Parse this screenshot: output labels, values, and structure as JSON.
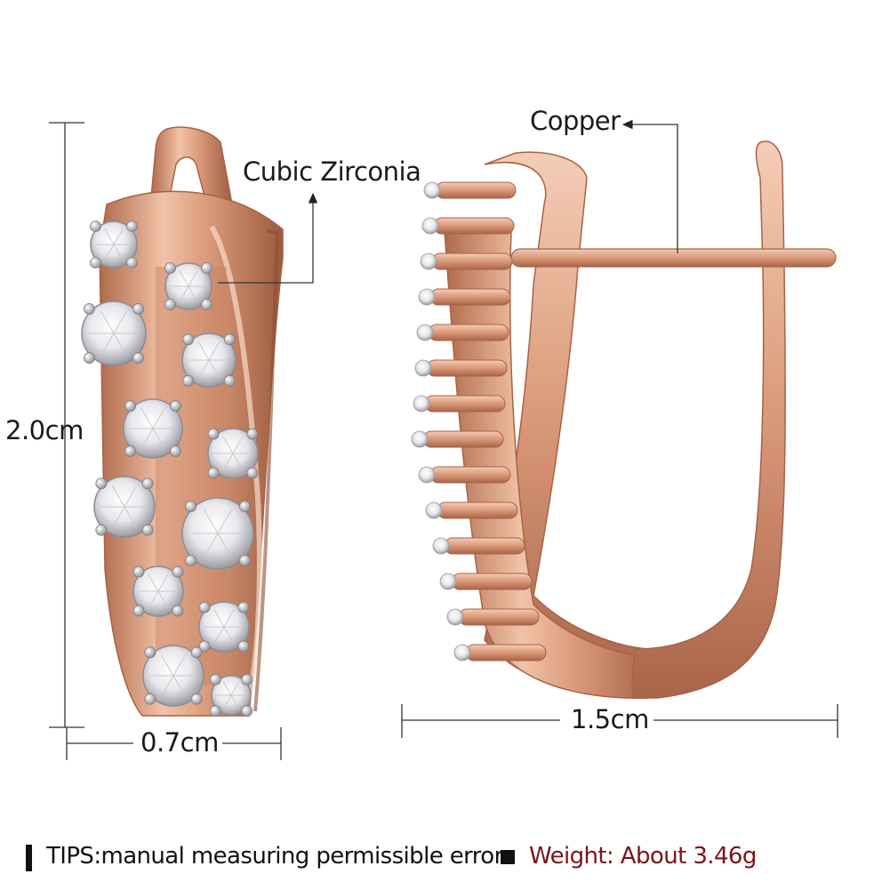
{
  "labels": {
    "material_stone": "Cubic Zirconia",
    "material_metal": "Copper",
    "height": "2.0cm",
    "width_front": "0.7cm",
    "width_side": "1.5cm"
  },
  "footer": {
    "tips": "TIPS:manual measuring permissible error",
    "weight": "Weight: About 3.46g"
  },
  "colors": {
    "rose_gold": "#d99878",
    "rose_gold_dark": "#b56e50",
    "rose_gold_light": "#f4cdb6",
    "crystal": "#f2f2f4",
    "weight_text": "#7a1518",
    "text": "#1a1a1a"
  }
}
